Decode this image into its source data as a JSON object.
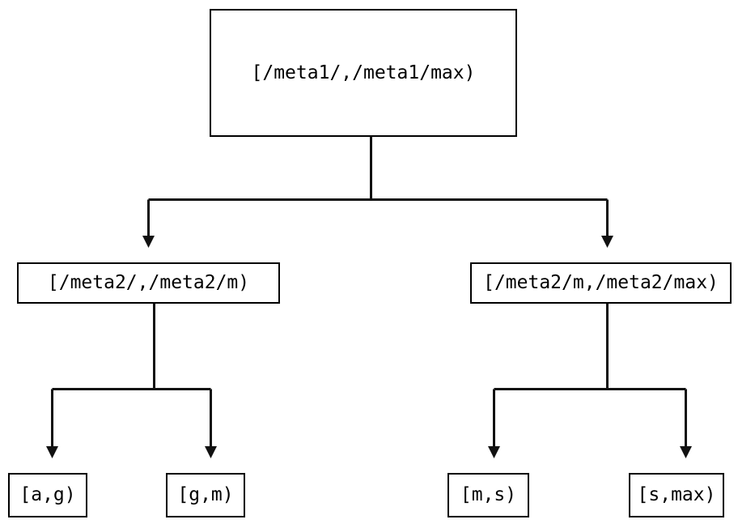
{
  "diagram": {
    "type": "tree",
    "orientation": "top-down",
    "background_color": "#ffffff",
    "line_color": "#111111",
    "border_color": "#000000",
    "text_color": "#000000"
  },
  "nodes": {
    "root": {
      "label": "[/meta1/,/meta1/max)",
      "level": 0
    },
    "mid_left": {
      "label": "[/meta2/,/meta2/m)",
      "level": 1
    },
    "mid_right": {
      "label": "[/meta2/m,/meta2/max)",
      "level": 1
    },
    "leaf_1": {
      "label": "[a,g)",
      "level": 2
    },
    "leaf_2": {
      "label": "[g,m)",
      "level": 2
    },
    "leaf_3": {
      "label": "[m,s)",
      "level": 2
    },
    "leaf_4": {
      "label": "[s,max)",
      "level": 2
    }
  },
  "edges": [
    {
      "from": "root",
      "to": "mid_left",
      "arrow": "down"
    },
    {
      "from": "root",
      "to": "mid_right",
      "arrow": "down"
    },
    {
      "from": "mid_left",
      "to": "leaf_1",
      "arrow": "down"
    },
    {
      "from": "mid_left",
      "to": "leaf_2",
      "arrow": "down"
    },
    {
      "from": "mid_right",
      "to": "leaf_3",
      "arrow": "down"
    },
    {
      "from": "mid_right",
      "to": "leaf_4",
      "arrow": "down"
    }
  ]
}
